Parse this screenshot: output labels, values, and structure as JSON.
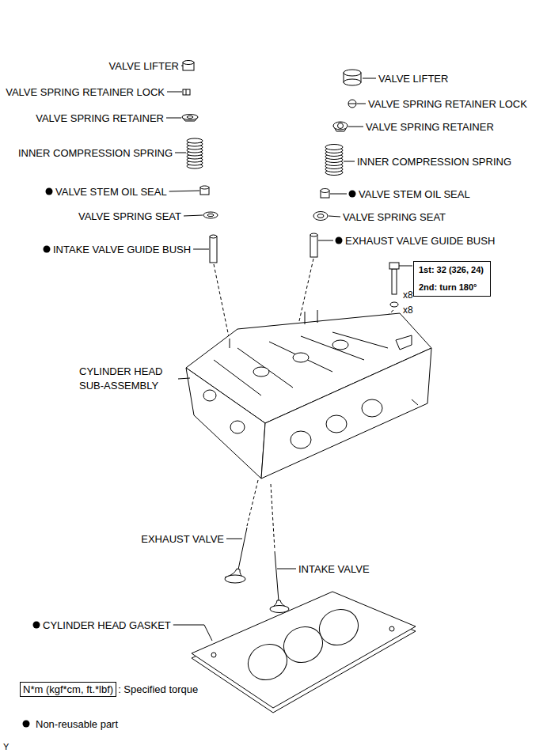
{
  "diagram": {
    "nodes": [
      {
        "text": [
          "1st: 32 (326, 24)",
          "2nd: turn 180°"
        ]
      },
      {
        "text": [
          "N*m (kgf*cm, ft.*lbf)"
        ]
      }
    ],
    "labels": [
      "VALVE LIFTER",
      "VALVE LIFTER",
      "VALVE SPRING RETAINER LOCK",
      "VALVE SPRING RETAINER LOCK",
      "VALVE SPRING RETAINER",
      "VALVE SPRING RETAINER",
      "INNER COMPRESSION SPRING",
      "INNER COMPRESSION SPRING",
      "VALVE STEM OIL SEAL",
      "VALVE STEM OIL SEAL",
      "VALVE SPRING SEAT",
      "VALVE SPRING SEAT",
      "INTAKE VALVE GUIDE BUSH",
      "EXHAUST VALVE GUIDE BUSH",
      "x8",
      "x8",
      "CYLINDER HEAD SUB-ASSEMBLY",
      "EXHAUST VALVE",
      "INTAKE VALVE",
      "CYLINDER HEAD GASKET",
      ": Specified torque",
      "Y"
    ],
    "legend": [
      {
        "text": "Non-reusable part"
      }
    ]
  }
}
